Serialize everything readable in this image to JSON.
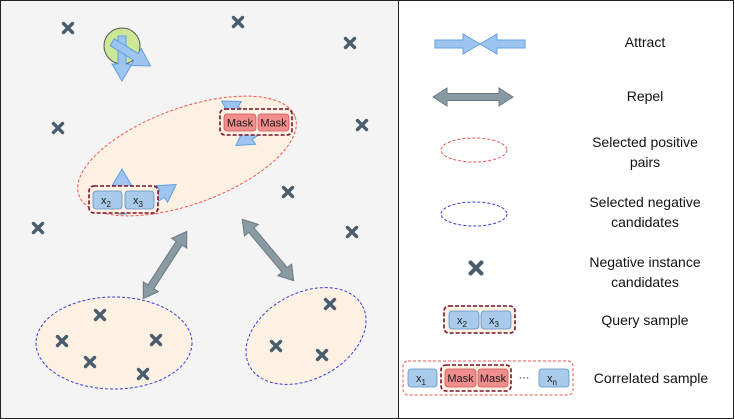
{
  "legend": {
    "attract": "Attract",
    "repel": "Repel",
    "positive_line1": "Selected positive",
    "positive_line2": "pairs",
    "negative_line1": "Selected negative",
    "negative_line2": "candidates",
    "instances_line1": "Negative instance",
    "instances_line2": "candidates",
    "query": "Query sample",
    "correlated": "Correlated sample"
  },
  "tokens": {
    "mask": "Mask",
    "x": "x",
    "x2_sub": "2",
    "x3_sub": "3",
    "x1_sub": "1",
    "xn_sub": "n",
    "ellipsis": "···"
  },
  "colors": {
    "panel_bg": "#f4f4f4",
    "anchor_fill": "#cce897",
    "attract_arrow": "#9ec5f0",
    "repel_arrow": "#8a9aa3",
    "positive_border": "#ef5350",
    "negative_border": "#3a3fd6",
    "cluster_fill": "#fdf1e3",
    "cross": "#4a5d6e",
    "mask_fill": "#f08e8e",
    "x_fill": "#a9cbeb",
    "sample_border": "#7a1228"
  },
  "icons": [
    "cross-icon",
    "attract-arrow-icon",
    "repel-arrow-icon",
    "anchor-circle-icon"
  ]
}
